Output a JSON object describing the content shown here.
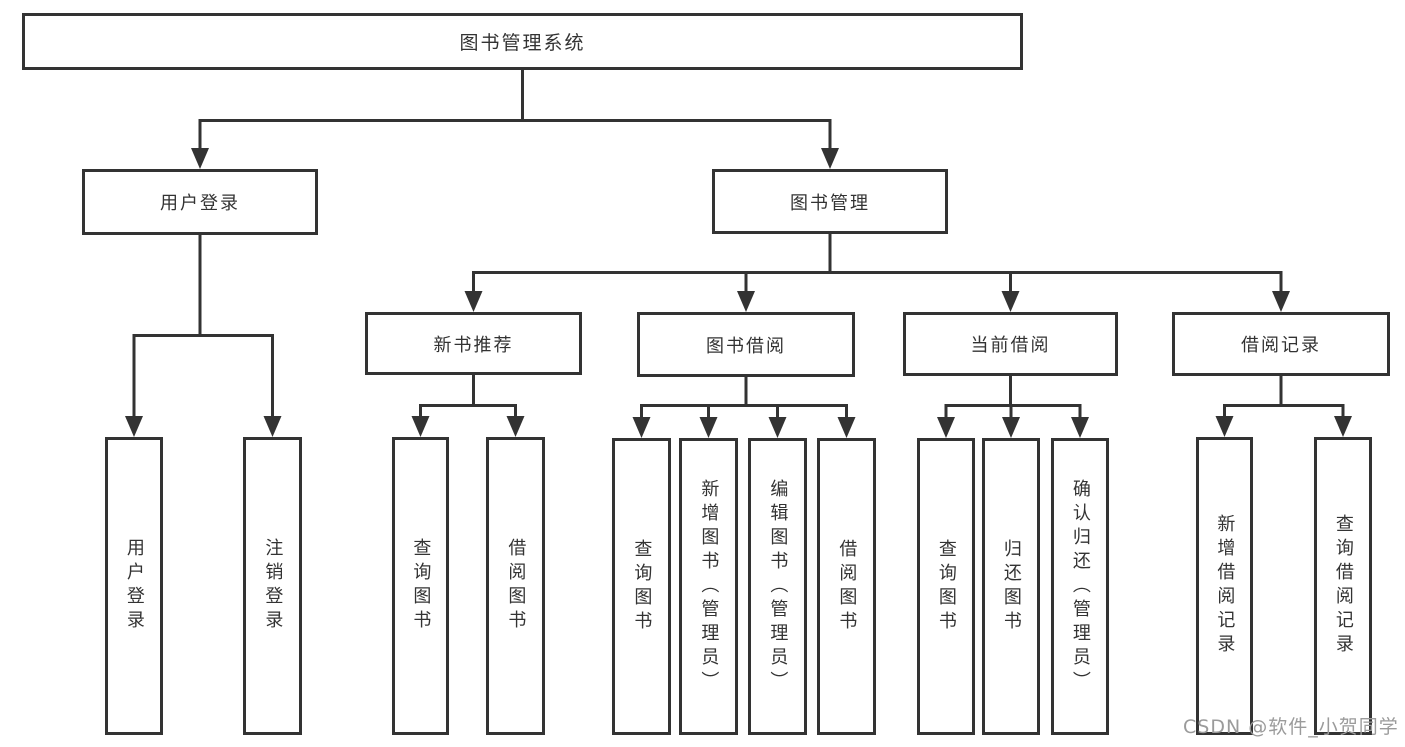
{
  "colors": {
    "line": "#333333",
    "text": "#333333",
    "box-bg": "#ffffff",
    "background": "#ffffff",
    "watermark": "#9b9b9b"
  },
  "watermark": {
    "text": "CSDN @软件_小贺同学"
  },
  "tree": {
    "label": "图书管理系统",
    "children": [
      {
        "label": "用户登录",
        "children": [
          {
            "label": "用户登录"
          },
          {
            "label": "注销登录"
          }
        ]
      },
      {
        "label": "图书管理",
        "children": [
          {
            "label": "新书推荐",
            "children": [
              {
                "label": "查询图书"
              },
              {
                "label": "借阅图书"
              }
            ]
          },
          {
            "label": "图书借阅",
            "children": [
              {
                "label": "查询图书"
              },
              {
                "label": "新增图书（管理员）"
              },
              {
                "label": "编辑图书（管理员）"
              },
              {
                "label": "借阅图书"
              }
            ]
          },
          {
            "label": "当前借阅",
            "children": [
              {
                "label": "查询图书"
              },
              {
                "label": "归还图书"
              },
              {
                "label": "确认归还（管理员）"
              }
            ]
          },
          {
            "label": "借阅记录",
            "children": [
              {
                "label": "新增借阅记录"
              },
              {
                "label": "查询借阅记录"
              }
            ]
          }
        ]
      }
    ]
  }
}
